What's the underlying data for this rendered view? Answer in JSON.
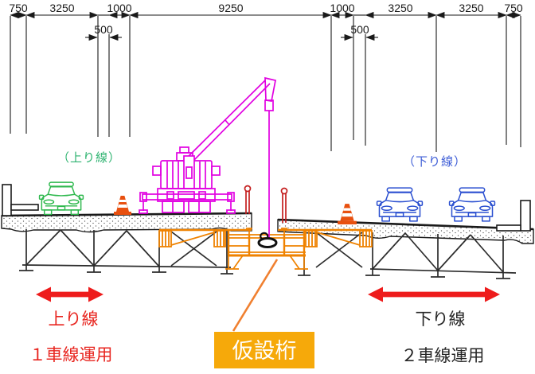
{
  "dims": {
    "row": [
      "750",
      "3250",
      "1000",
      "9250",
      "1000",
      "3250",
      "3250",
      "750"
    ],
    "sub": [
      "500",
      "500"
    ]
  },
  "annotations": {
    "upbound_paren": "（上り線）",
    "downbound_paren": "（下り線）",
    "upbound": "上り線",
    "upbound_operation": "１車線運用",
    "downbound": "下り線",
    "downbound_operation": "２車線運用",
    "temp_girder": "仮設桁"
  },
  "colors": {
    "dimension_line": "#1a1a1a",
    "upbound_label_green": "#2eb370",
    "downbound_label_blue": "#3b5bd6",
    "upbound_car_green": "#2eb84d",
    "downbound_car_blue": "#2a4fd0",
    "crane_magenta": "#e100e1",
    "temp_structure_orange": "#ef8200",
    "leader_orange": "#f08030",
    "highlight_box_amber": "#f6a90a",
    "arrow_red": "#ee1c1c",
    "cone_red": "#e8500f",
    "safety_post_red": "#c41e1e"
  }
}
